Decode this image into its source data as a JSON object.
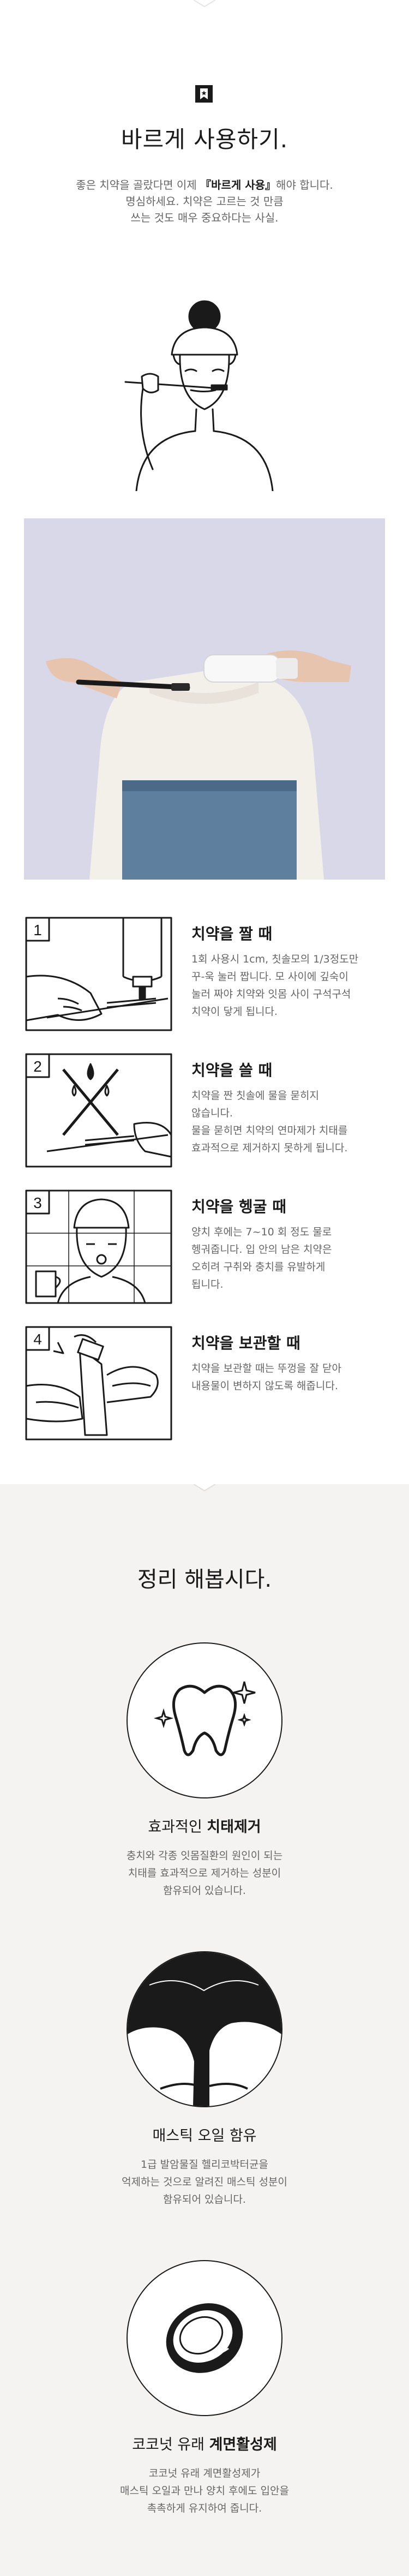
{
  "usage": {
    "title": "바르게 사용하기.",
    "intro_line1_before": "좋은 치약을 골랐다면 이제 ",
    "intro_line1_bold": "『바르게 사용』",
    "intro_line1_after": "해야 합니다.",
    "intro_line2": "명심하세요. 치약은 고르는 것 만큼",
    "intro_line3": "쓰는 것도 매우 중요하다는 사실."
  },
  "steps": [
    {
      "number": "1",
      "title": "치약을 짤 때",
      "lines": [
        "1회 사용시 1cm, 칫솔모의 1/3정도만",
        "꾸-욱 눌러 짭니다. 모 사이에 깊숙이",
        "눌러 짜야 치약와 잇몸 사이 구석구석",
        "치약이 닿게 됩니다."
      ]
    },
    {
      "number": "2",
      "title": "치약을 쓸 때",
      "lines": [
        "치약을 짠 칫솔에 물을 묻히지",
        "않습니다.",
        "물을 묻히면 치약의 연마제가 치태를",
        "효과적으로 제거하지 못하게 됩니다."
      ]
    },
    {
      "number": "3",
      "title": "치약을 헹굴 때",
      "lines": [
        "양치 후에는 7~10 회 정도 물로",
        "헹궈줍니다. 입 안의 남은 치약은",
        "오히려 구취와 충치를 유발하게",
        "됩니다."
      ]
    },
    {
      "number": "4",
      "title": "치약을 보관할 때",
      "lines": [
        "치약을 보관할 때는 뚜껑을 잘 닫아",
        "내용물이 변하지 않도록 해줍니다."
      ]
    }
  ],
  "summary": {
    "title": "정리 해봅시다.",
    "features": [
      {
        "icon": "tooth-sparkle-icon",
        "title_plain": "효과적인 ",
        "title_bold": "치태제거",
        "lines": [
          "충치와 각종 잇몸질환의 원인이 되는",
          "치태를 효과적으로 제거하는 성분이",
          "함유되어 있습니다."
        ]
      },
      {
        "icon": "mastic-tree-icon",
        "title_plain": "매스틱 오일 함유",
        "title_bold": "",
        "lines": [
          "1급 발암물질 헬리코박터균을",
          "억제하는 것으로 알려진 매스틱 성분이",
          "함유되어 있습니다."
        ]
      },
      {
        "icon": "coconut-icon",
        "title_plain": "코코넛 유래 ",
        "title_bold": "계면활성제",
        "lines": [
          "코코넛 유래 계면활성제가",
          "매스틱 오일과 만나 양치 후에도 입안을",
          "촉촉하게 유지하여 줍니다."
        ]
      }
    ]
  }
}
